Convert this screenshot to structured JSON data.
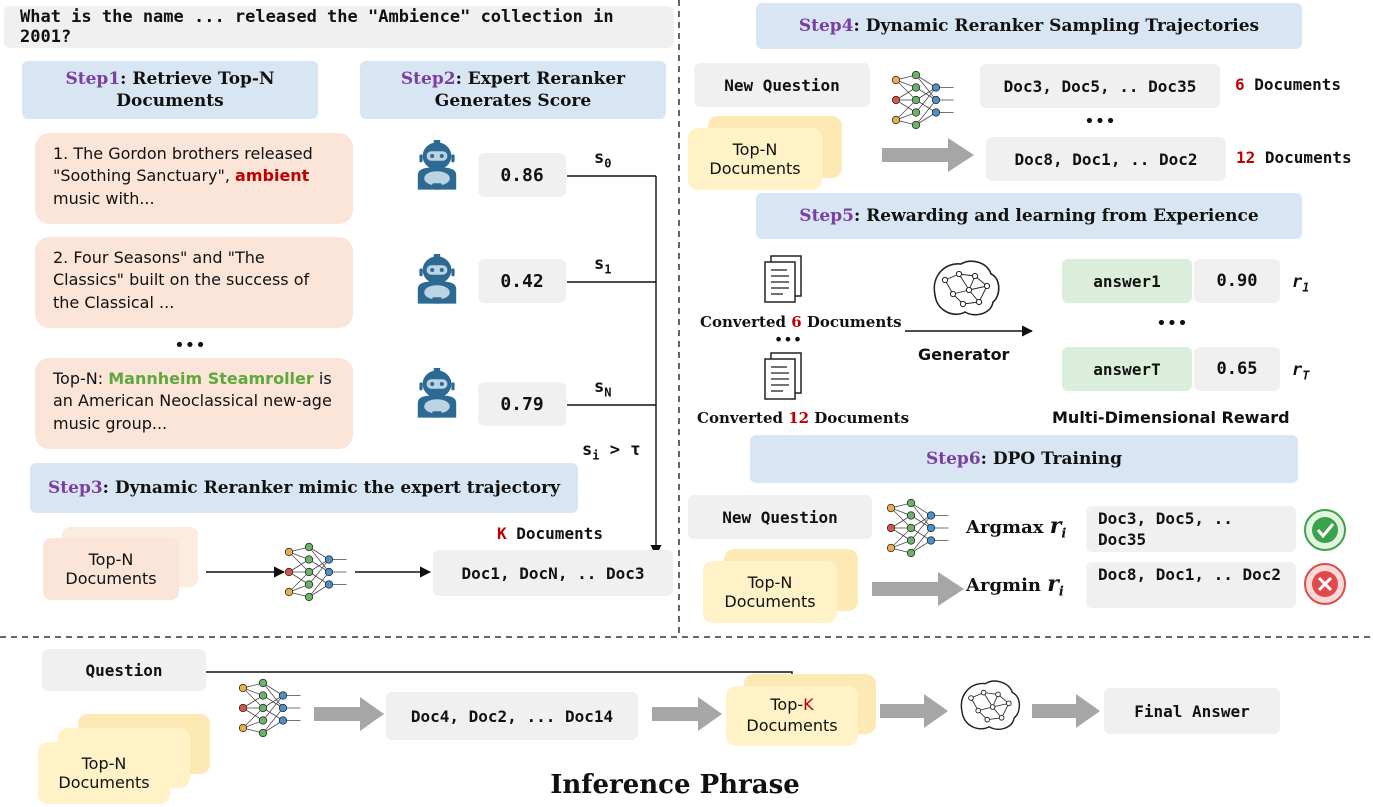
{
  "question": "What is the name ... released the \"Ambience\" collection in 2001?",
  "step1": {
    "num": "Step1",
    "label": ": Retrieve Top-N Documents"
  },
  "step2": {
    "num": "Step2",
    "label": ": Expert Reranker Generates Score"
  },
  "step3": {
    "num": "Step3",
    "label": ": Dynamic Reranker mimic the expert trajectory"
  },
  "step4": {
    "num": "Step4",
    "label": ": Dynamic Reranker Sampling Trajectories"
  },
  "step5": {
    "num": "Step5",
    "label": ": Rewarding and learning from Experience"
  },
  "step6": {
    "num": "Step6",
    "label": ": DPO Training"
  },
  "docs": [
    {
      "pre": "1. The Gordon brothers released \"Soothing Sanctuary\", ",
      "highlight": "ambient",
      "post": " music with..."
    },
    {
      "pre": "2. Four Seasons\" and \"The Classics\" built on the success of the Classical ...",
      "highlight": "",
      "post": ""
    },
    {
      "pre": "Top-N: ",
      "highlight": "Mannheim Steamroller",
      "post": " is an American Neoclassical new-age music group..."
    }
  ],
  "ellipsis": "•••",
  "scores": [
    "0.86",
    "0.42",
    "0.79"
  ],
  "score_symbols": [
    {
      "base": "s",
      "sub": "0"
    },
    {
      "base": "s",
      "sub": "1"
    },
    {
      "base": "s",
      "sub": "N"
    }
  ],
  "threshold": {
    "base": "s",
    "sub": "i",
    "rest": " > τ"
  },
  "step3_content": {
    "input": "Top-N Documents",
    "k_prefix": "K",
    "k_suffix": " Documents",
    "output": "Doc1, DocN, .. Doc3"
  },
  "step4_content": {
    "new_question": "New Question",
    "topn": "Top-N Documents",
    "traj1": "Doc3, Doc5, .. Doc35",
    "traj1_count": "6",
    "traj1_suffix": " Documents",
    "traj2": "Doc8, Doc1, .. Doc2",
    "traj2_count": "12",
    "traj2_suffix": " Documents"
  },
  "step5_content": {
    "converted1_prefix": "Converted ",
    "converted1_count": "6",
    "converted1_suffix": " Documents",
    "converted2_prefix": "Converted ",
    "converted2_count": "12",
    "converted2_suffix": " Documents",
    "generator": "Generator",
    "answer1": "answer1",
    "reward1": "0.90",
    "r1": {
      "base": "r",
      "sub": "1"
    },
    "answerT": "answerT",
    "rewardT": "0.65",
    "rT": {
      "base": "r",
      "sub": "T"
    },
    "reward_label": "Multi-Dimensional Reward"
  },
  "step6_content": {
    "new_question": "New Question",
    "topn": "Top-N Documents",
    "argmax": "Argmax ",
    "argmin": "Argmin ",
    "ri": {
      "base": "r",
      "sub": "i"
    },
    "chosen": "Doc3, Doc5, .. Doc35",
    "rejected": "Doc8, Doc1, .. Doc2"
  },
  "inference": {
    "question": "Question",
    "topn": "Top-N Documents",
    "docs": "Doc4, Doc2, ... Doc14",
    "topk_pre": "Top-",
    "topk_k": "K",
    "topk_post": "Documents",
    "final": "Final Answer",
    "title": "Inference Phrase"
  },
  "colors": {
    "step_bg": "#d8e6f3",
    "step_num": "#7a3fa1",
    "doc_bg": "#fbe5d8",
    "topn_bg": "#fff2c7",
    "answer_bg": "#dbeedb",
    "highlight_red": "#c00000",
    "highlight_green": "#5fa83e",
    "check": "#3aa24a",
    "cross": "#e04a4a",
    "robot": "#2c6a93"
  },
  "icons": [
    "robot-icon",
    "neural-network-icon",
    "brain-network-icon",
    "document-icon",
    "check-icon",
    "cross-icon",
    "arrow-icon"
  ]
}
